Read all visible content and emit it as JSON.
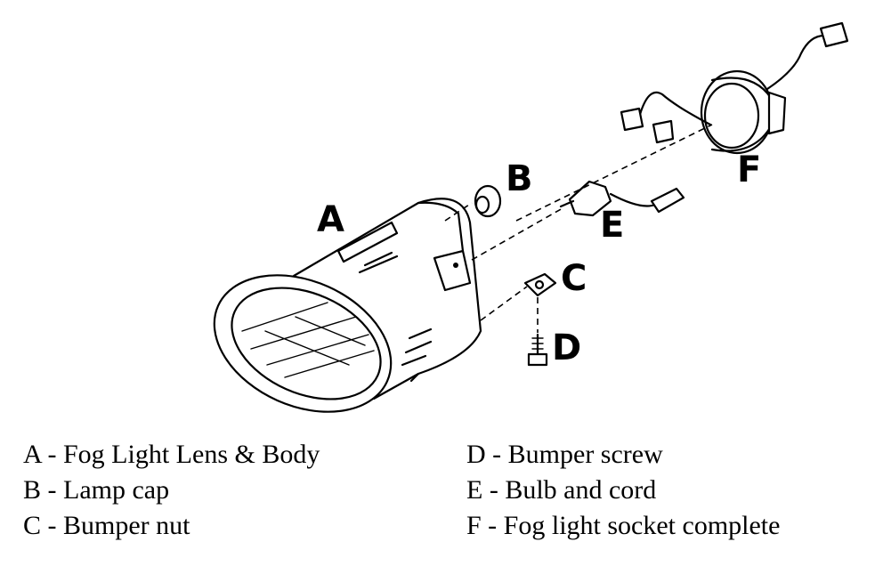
{
  "callouts": {
    "a": "A",
    "b": "B",
    "c": "C",
    "d": "D",
    "e": "E",
    "f": "F"
  },
  "legend": {
    "left": [
      "A - Fog Light Lens & Body",
      "B - Lamp cap",
      "C - Bumper nut"
    ],
    "right": [
      "D - Bumper screw",
      "E - Bulb and cord",
      "F - Fog light socket complete"
    ]
  }
}
